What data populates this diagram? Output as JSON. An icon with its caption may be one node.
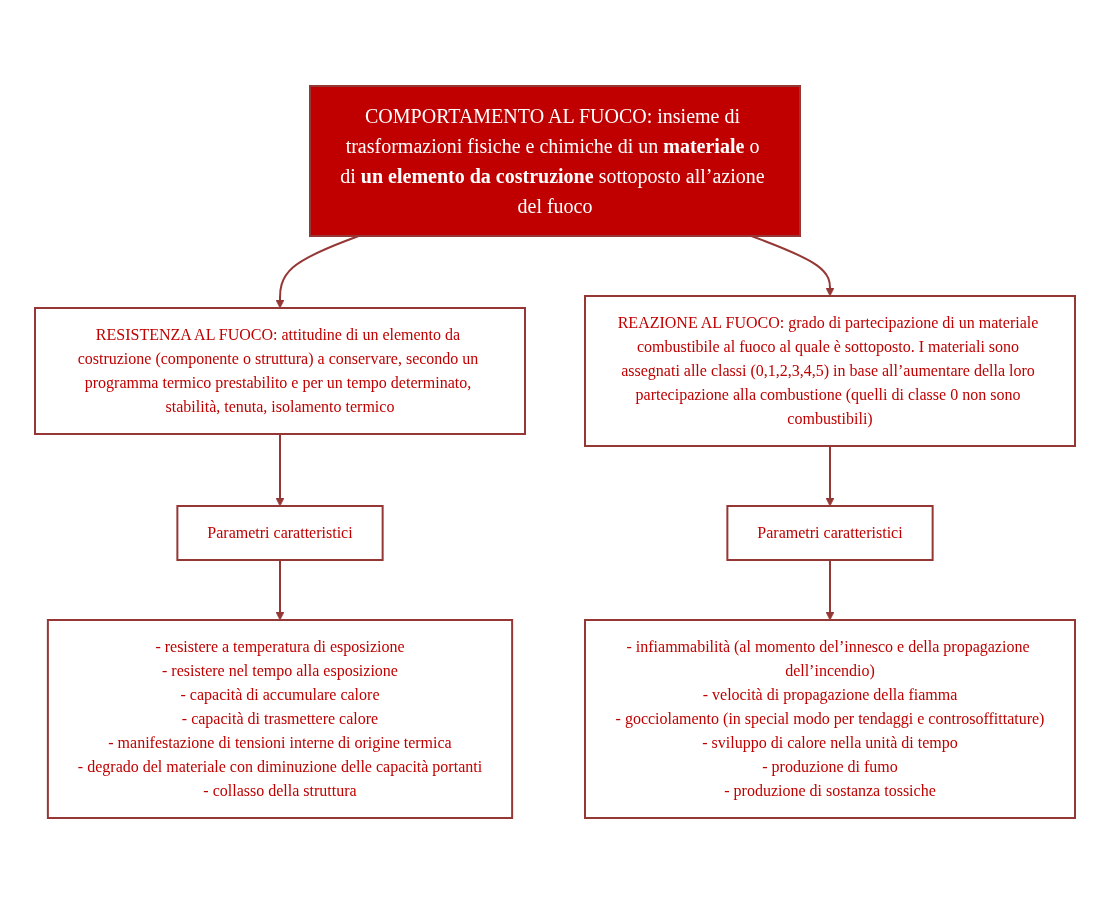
{
  "diagram": {
    "nodes": [
      {
        "text": [
          "COMPORTAMENTO AL FUOCO: insieme di trasformazioni fisiche e chimiche di un **materiale** o di **un elemento da costruzione** sottoposto all’azione del fuoco"
        ]
      },
      {
        "text": [
          "RESISTENZA AL FUOCO: attitudine di un elemento da costruzione (componente o struttura) a conservare, secondo un programma termico prestabilito e per un tempo determinato, stabilità, tenuta, isolamento termico"
        ]
      },
      {
        "text": [
          "REAZIONE AL FUOCO: grado di partecipazione di un materiale combustibile al fuoco al quale è sottoposto. I materiali sono assegnati alle classi (0,1,2,3,4,5) in base all’aumentare della loro partecipazione alla combustione (quelli di classe 0 non sono combustibili)"
        ]
      },
      {
        "text": [
          "Parametri caratteristici"
        ]
      },
      {
        "text": [
          "Parametri caratteristici"
        ]
      },
      {
        "text": [
          "- resistere a temperatura di esposizione",
          "- resistere nel tempo alla esposizione",
          "- capacità di accumulare calore",
          "- capacità di trasmettere calore",
          "- manifestazione di tensioni interne di origine termica",
          "- degrado del materiale con diminuzione delle capacità portanti",
          "- collasso della struttura"
        ]
      },
      {
        "text": [
          "- infiammabilità (al momento del’innesco e della propagazione dell’incendio)",
          "- velocità di propagazione della fiamma",
          "- gocciolamento (in special modo per tendaggi e controsoffittature)",
          "- sviluppo di calore nella unità di tempo",
          "- produzione di fumo",
          "- produzione di sostanza tossiche"
        ]
      }
    ],
    "edges": [
      {
        "from": 0,
        "to": 1,
        "arrow": "to"
      },
      {
        "from": 0,
        "to": 2,
        "arrow": "to"
      },
      {
        "from": 1,
        "to": 3,
        "arrow": "to"
      },
      {
        "from": 2,
        "to": 4,
        "arrow": "to"
      },
      {
        "from": 3,
        "to": 5,
        "arrow": "to"
      },
      {
        "from": 4,
        "to": 6,
        "arrow": "to"
      }
    ]
  }
}
